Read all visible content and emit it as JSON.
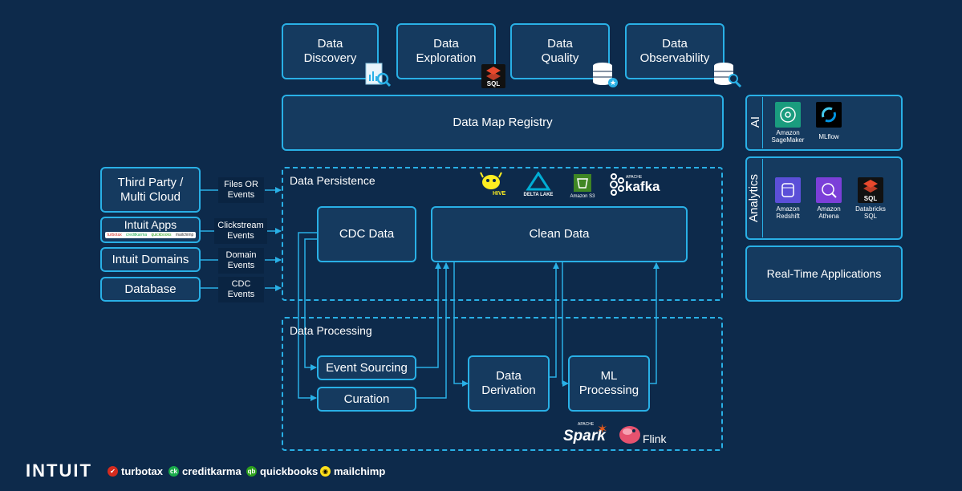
{
  "top_boxes": {
    "discovery": "Data\nDiscovery",
    "exploration": "Data\nExploration",
    "quality": "Data\nQuality",
    "observability": "Data\nObservability",
    "sql_badge": "SQL"
  },
  "registry": "Data Map Registry",
  "sources": {
    "third_party": "Third Party /\nMulti Cloud",
    "intuit_apps": "Intuit Apps",
    "intuit_apps_brands": [
      "turbotax",
      "creditkarma",
      "quickbooks",
      "mailchimp"
    ],
    "intuit_domains": "Intuit Domains",
    "database": "Database"
  },
  "events": {
    "files": "Files OR\nEvents",
    "clickstream": "Clickstream\nEvents",
    "domain": "Domain\nEvents",
    "cdc": "CDC\nEvents"
  },
  "persistence": {
    "title": "Data Persistence",
    "cdc_data": "CDC Data",
    "clean_data": "Clean Data",
    "logos": {
      "hive": "HIVE",
      "delta": "DELTA LAKE",
      "s3": "Amazon S3",
      "kafka": "kafka",
      "kafka_small": "APACHE"
    }
  },
  "processing": {
    "title": "Data Processing",
    "event_sourcing": "Event Sourcing",
    "curation": "Curation",
    "derivation": "Data\nDerivation",
    "ml": "ML\nProcessing",
    "spark": "Spark",
    "spark_small": "APACHE",
    "flink": "Flink"
  },
  "ai": {
    "label": "AI",
    "sagemaker": "Amazon\nSageMaker",
    "mlflow": "MLflow"
  },
  "analytics": {
    "label": "Analytics",
    "redshift": "Amazon\nRedshift",
    "athena": "Amazon\nAthena",
    "databricks": "Databricks\nSQL",
    "sql_badge": "SQL"
  },
  "realtime": "Real-Time Applications",
  "footer": {
    "logo": "INTUIT",
    "brands": [
      "turbotax",
      "creditkarma",
      "quickbooks",
      "mailchimp"
    ],
    "brand_marks": [
      "✔",
      "ck",
      "qb",
      "◉"
    ],
    "brand_colors": [
      "#d52b1e",
      "#1aab4b",
      "#2ca01c",
      "#ffe01b"
    ]
  }
}
